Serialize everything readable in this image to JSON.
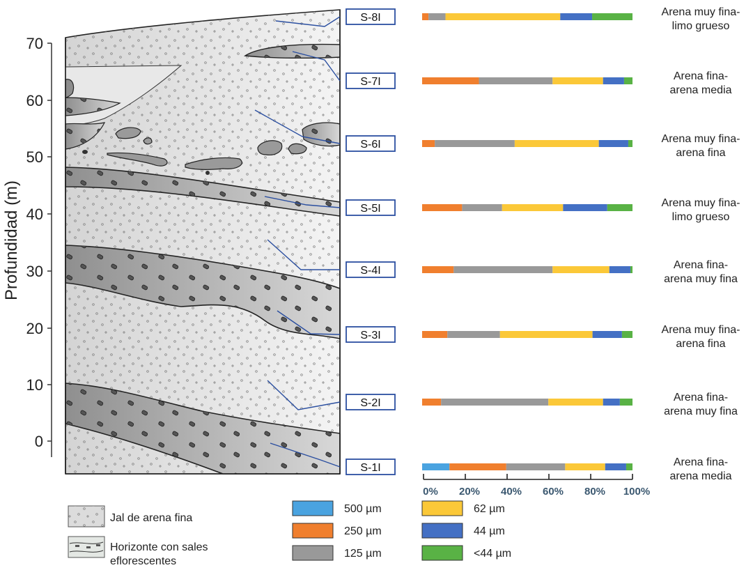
{
  "depth_axis": {
    "label": "Profundidad (m)",
    "ticks": [
      "70",
      "60",
      "50",
      "40",
      "30",
      "20",
      "10",
      "0"
    ]
  },
  "samples": [
    {
      "id": "S-8I",
      "description_lines": [
        "Arena muy fina-",
        "limo grueso"
      ],
      "fractions": [
        0,
        3,
        8,
        54,
        15,
        19
      ]
    },
    {
      "id": "S-7I",
      "description_lines": [
        "Arena fina-",
        "arena media"
      ],
      "fractions": [
        0,
        27,
        35,
        24,
        10,
        4
      ]
    },
    {
      "id": "S-6I",
      "description_lines": [
        "Arena muy fina-",
        "arena fina"
      ],
      "fractions": [
        0,
        6,
        38,
        40,
        14,
        2
      ]
    },
    {
      "id": "S-5I",
      "description_lines": [
        "Arena muy fina-",
        "limo grueso"
      ],
      "fractions": [
        0,
        19,
        19,
        29,
        21,
        12
      ]
    },
    {
      "id": "S-4I",
      "description_lines": [
        "Arena fina-",
        "arena muy fina"
      ],
      "fractions": [
        0,
        15,
        47,
        27,
        10,
        1
      ]
    },
    {
      "id": "S-3I",
      "description_lines": [
        "Arena muy fina-",
        "arena fina"
      ],
      "fractions": [
        0,
        12,
        25,
        44,
        14,
        5
      ]
    },
    {
      "id": "S-2I",
      "description_lines": [
        "Arena fina-",
        "arena muy fina"
      ],
      "fractions": [
        0,
        9,
        51,
        26,
        8,
        6
      ]
    },
    {
      "id": "S-1I",
      "description_lines": [
        "Arena fina-",
        "arena media"
      ],
      "fractions": [
        13,
        27,
        28,
        19,
        10,
        3
      ]
    }
  ],
  "scale": {
    "ticks": [
      "0%",
      "20%",
      "40%",
      "60%",
      "80%",
      "100%"
    ]
  },
  "size_legend": [
    {
      "label": "500 µm",
      "color": "#4aa3e0"
    },
    {
      "label": "250 µm",
      "color": "#f07f2e"
    },
    {
      "label": "125 µm",
      "color": "#999999"
    },
    {
      "label": "62 µm",
      "color": "#fbc838"
    },
    {
      "label": "44 µm",
      "color": "#4470c4"
    },
    {
      "label": "<44 µm",
      "color": "#59b245"
    }
  ],
  "lithology_legend": [
    {
      "lines": [
        "Jal de arena fina"
      ]
    },
    {
      "lines": [
        "Horizonte con sales",
        "eflorescentes"
      ]
    }
  ]
}
